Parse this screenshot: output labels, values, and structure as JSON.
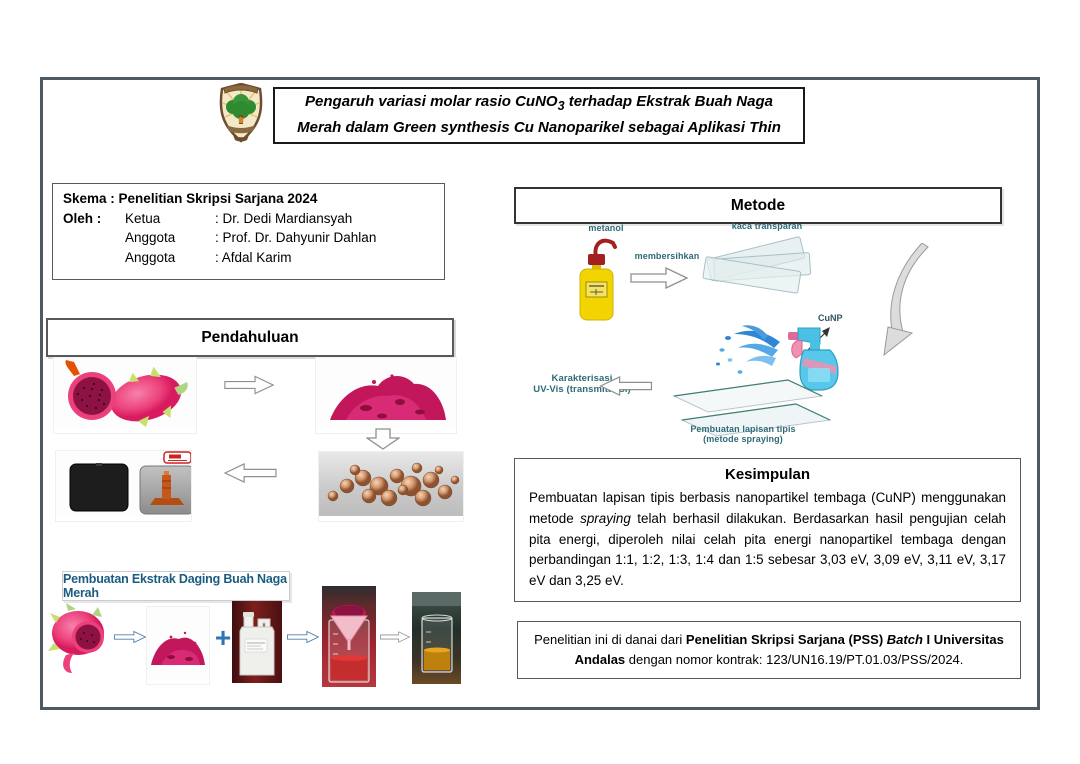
{
  "header": {
    "title_line1_pre": "Pengaruh variasi molar rasio CuNO",
    "title_sub": "3",
    "title_line1_post": " terhadap Ekstrak Buah Naga",
    "title_line2": "Merah dalam Green synthesis Cu Nanoparikel sebagai Aplikasi Thin"
  },
  "skema": {
    "title_label": "Skema :",
    "title_value": "Penelitian Skripsi Sarjana 2024",
    "oleh_label": "Oleh :",
    "rows": [
      {
        "role": "Ketua",
        "name": ": Dr. Dedi Mardiansyah"
      },
      {
        "role": "Anggota",
        "name": ": Prof. Dr. Dahyunir Dahlan"
      },
      {
        "role": "Anggota",
        "name": ": Afdal Karim"
      }
    ]
  },
  "pendahuluan": {
    "header": "Pendahuluan",
    "extract_title": "Pembuatan Ekstrak Daging Buah Naga Merah",
    "plus_sign": "+"
  },
  "metode": {
    "header": "Metode",
    "labels": {
      "metanol": "metanol",
      "membersihkan": "membersihkan",
      "kaca_transparan": "kaca transparan",
      "cunp": "CuNP",
      "karakterisasi_line1": "Karakterisasi",
      "karakterisasi_line2": "UV-Vis (transmitansi)",
      "lapisan_line1": "Pembuatan lapisan tipis",
      "lapisan_line2": "(metode spraying)"
    }
  },
  "kesimpulan": {
    "header": "Kesimpulan",
    "part1": "Pembuatan lapisan tipis berbasis nanopartikel tembaga (CuNP) menggunakan metode ",
    "italic": "spraying",
    "part2": " telah berhasil dilakukan. Berdasarkan hasil pengujian celah pita energi, diperoleh nilai celah pita energi nanopartikel tembaga dengan perbandingan 1:1, 1:2, 1:3, 1:4 dan 1:5 sebesar 3,03 eV, 3,09 eV, 3,11 eV, 3,17 eV dan 3,25 eV."
  },
  "funding": {
    "part1": "Penelitian ini di danai dari ",
    "bold1": "Penelitian Skripsi Sarjana (PSS) ",
    "bold_italic": "Batch",
    "bold2": " I Universitas Andalas",
    "part2": " dengan nomor kontrak: 123/UN16.19/PT.01.03/PSS/2024."
  },
  "colors": {
    "frame": "#4d5a63",
    "diagram_label_teal": "#2f6a78",
    "extract_title_blue": "#1b5c80",
    "plus_blue": "#2e75b6",
    "powder_magenta": "#c2185b",
    "copper": "#c98a60",
    "spray_blue": "#55c8ea",
    "wash_bottle_yellow": "#f2d500",
    "cap_red": "#a32020"
  }
}
